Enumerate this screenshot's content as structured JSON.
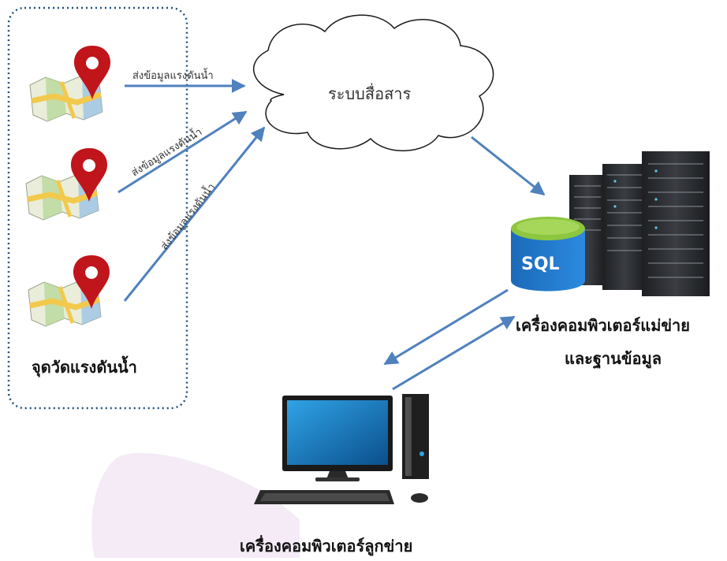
{
  "nodes": {
    "sensor_group_label": "จุดวัดแรงดันน้ำ",
    "network_label": "ระบบสื่อสาร",
    "server_label_line1": "เครื่องคอมพิวเตอร์แม่ข่าย",
    "server_label_line2": "และฐานข้อมูล",
    "client_label": "เครื่องคอมพิวเตอร์ลูกข่าย",
    "database_label": "SQL"
  },
  "edges": [
    {
      "from": "sensor-1",
      "to": "network",
      "label": "ส่งข้อมูลแรงดันน้ำ"
    },
    {
      "from": "sensor-2",
      "to": "network",
      "label": "ส่งข้อมูลแรงดันน้ำ"
    },
    {
      "from": "sensor-3",
      "to": "network",
      "label": "ส่งข้อมูลแรงดันน้ำ"
    },
    {
      "from": "network",
      "to": "server",
      "label": ""
    },
    {
      "from": "server",
      "to": "client",
      "label": ""
    },
    {
      "from": "client",
      "to": "server",
      "label": ""
    }
  ],
  "colors": {
    "arrow": "#4f81bd",
    "group_border": "#1f4e79",
    "pin": "#c0151b",
    "map_yellow": "#f2c94c",
    "map_green": "#b8d89a",
    "map_blue": "#9cc3e6",
    "sql_blue": "#1e73c8",
    "sql_green": "#8dc63f",
    "watermark": "#e9d7ef"
  },
  "icons": {
    "sensor": "map-pin-icon",
    "network": "cloud-icon",
    "database": "sql-database-icon",
    "server": "server-rack-icon",
    "client": "desktop-computer-icon"
  }
}
